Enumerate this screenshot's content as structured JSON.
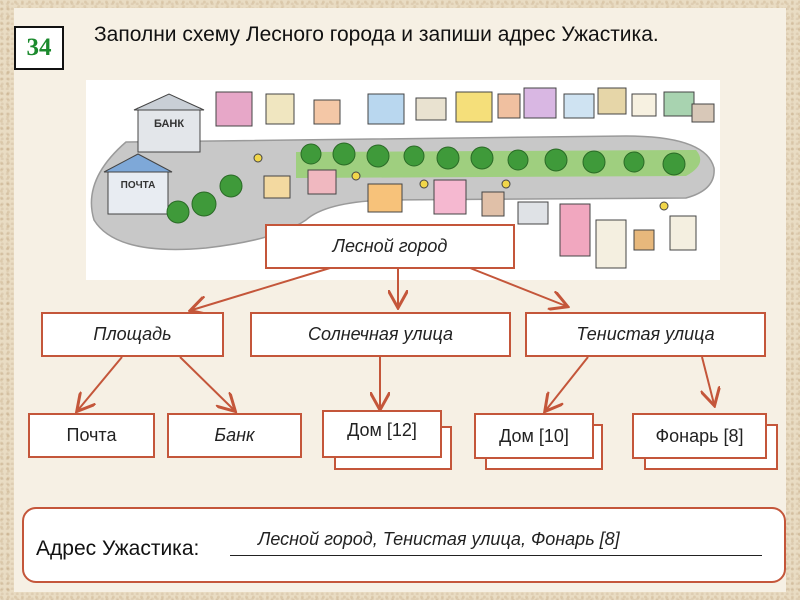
{
  "badge": "34",
  "task": {
    "text": "Заполни схему Лесного города и запиши адрес Ужастика."
  },
  "map": {
    "signs": {
      "bank": "БАНК",
      "post": "ПОЧТА"
    }
  },
  "diagram": {
    "root": "Лесной город",
    "branches": {
      "square": "Площадь",
      "sunny": "Солнечная улица",
      "shady": "Тенистая улица"
    },
    "leaves": {
      "post": "Почта",
      "bank": "Банк",
      "house12": "Дом [12]",
      "house10": "Дом [10]",
      "lamp8": "Фонарь  [8]"
    }
  },
  "address": {
    "label": "Адрес Ужастика:",
    "answer": "Лесной город,  Тенистая улица,  Фонарь  [8]"
  },
  "colors": {
    "accent": "#c4563a",
    "badge_number": "#1b8a2d",
    "road": "#c8c8c8",
    "tree": "#3f9a3a"
  }
}
